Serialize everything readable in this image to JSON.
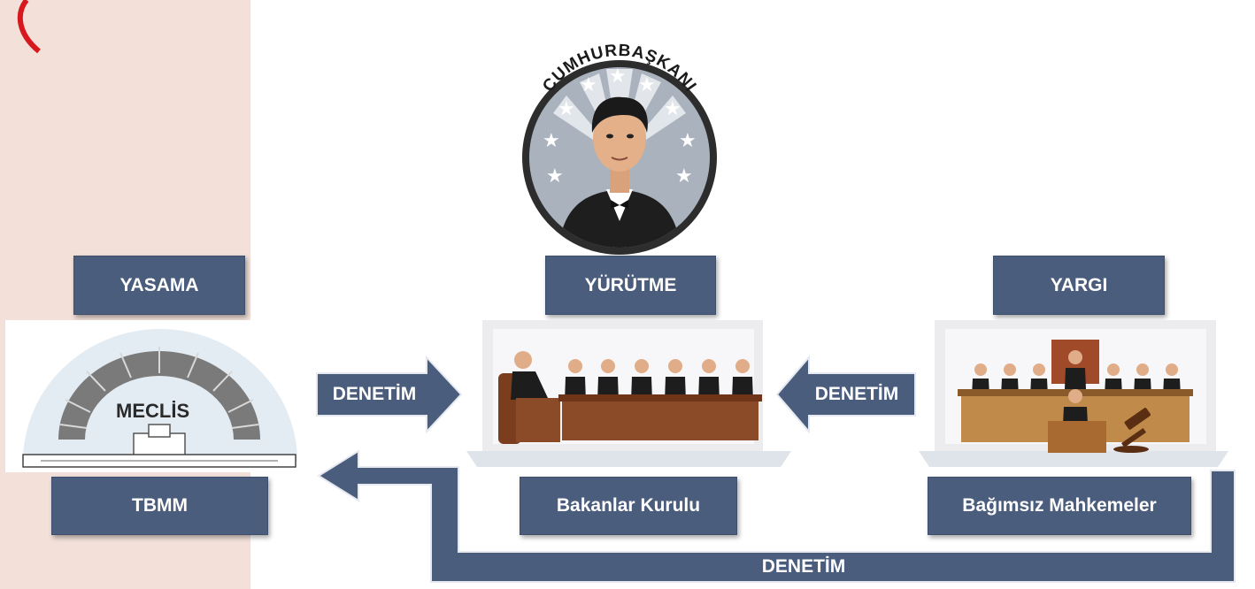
{
  "president": {
    "title": "CUMHURBAŞKANI",
    "icon": "president-portrait-icon"
  },
  "branches": {
    "legislative": {
      "heading": "YASAMA",
      "body": "TBMM",
      "image_label": "MECLİS",
      "icon": "parliament-icon"
    },
    "executive": {
      "heading": "YÜRÜTME",
      "body": "Bakanlar Kurulu",
      "icon": "cabinet-meeting-icon"
    },
    "judicial": {
      "heading": "YARGI",
      "body": "Bağımsız Mahkemeler",
      "icon": "courtroom-icon"
    }
  },
  "arrows": {
    "legislative_to_executive": "DENETİM",
    "judicial_to_executive": "DENETİM",
    "bottom_loop": "DENETİM"
  },
  "colors": {
    "box": "#4b5d7d",
    "sidebar": "#f2e0d9",
    "accent_red": "#d7191f"
  }
}
